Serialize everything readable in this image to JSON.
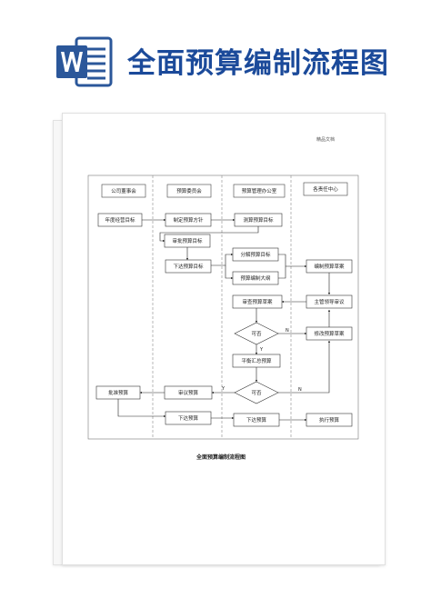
{
  "header": {
    "title": "全面预算编制流程图",
    "icon": "word-document-icon",
    "brand_color": "#2b579a",
    "title_color": "#1b4a9a"
  },
  "document": {
    "tag": "精品文档",
    "caption": "全面预算编制流程图"
  },
  "lanes": [
    "公司董事会",
    "预算委员会",
    "预算管理办公室",
    "各责任中心"
  ],
  "nodes": {
    "n1": "年度经营目标",
    "n2": "制定预算方针",
    "n3": "测算预算目标",
    "n4": "审批预算目标",
    "n5": "分解预算目标",
    "n6": "下达预算目标",
    "n7": "编制预算草案",
    "n8": "预算编制大纲",
    "n9": "审查预算草案",
    "n10": "主管领导审议",
    "n11": "修改预算草案",
    "n12": "平衡汇总预算",
    "n13": "审议预算",
    "n14": "批准预算",
    "n15": "下达预算",
    "n16": "下达预算",
    "n17": "执行预算"
  },
  "decisions": {
    "d1": "可否",
    "d2": "可否"
  },
  "branch_labels": {
    "y1": "Y",
    "n1": "N",
    "y2": "Y",
    "n2": "N"
  }
}
